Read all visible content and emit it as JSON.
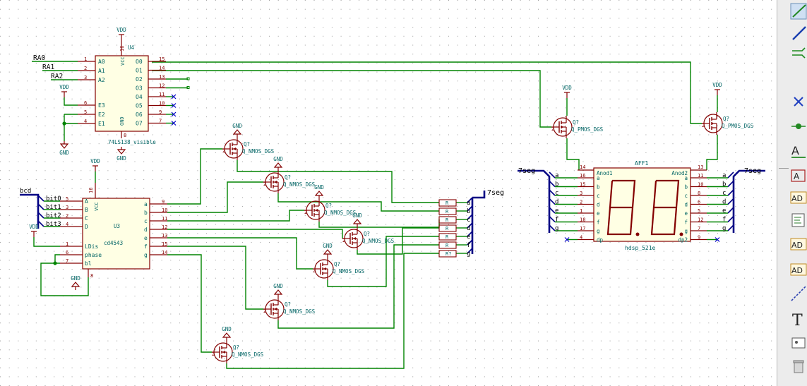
{
  "colors": {
    "wire": "#008400",
    "component": "#840000",
    "label": "#006464",
    "pin_num": "#840000",
    "bus": "#000084",
    "power": "#840000",
    "noconnect": "#0000c8"
  },
  "ic_u4": {
    "ref": "U4",
    "value": "74LS138_visible",
    "vcc": "VCC",
    "gnd": "GND",
    "pins_left": [
      "A0",
      "A1",
      "A2",
      "E3",
      "E2",
      "E1"
    ],
    "pins_left_num": [
      "1",
      "2",
      "3",
      "6",
      "5",
      "4"
    ],
    "pins_right": [
      "O0",
      "O1",
      "O2",
      "O3",
      "O4",
      "O5",
      "O6",
      "O7"
    ],
    "pins_right_num": [
      "15",
      "14",
      "13",
      "12",
      "11",
      "10",
      "9",
      "7"
    ],
    "pin_vcc": "16",
    "pin_gnd": "8"
  },
  "ic_u3": {
    "ref": "U3",
    "value": "cd4543",
    "vcc": "VCC",
    "pins_left": [
      "A",
      "B",
      "C",
      "D",
      "LDis",
      "phase",
      "bl"
    ],
    "pins_left_num": [
      "5",
      "3",
      "2",
      "4",
      "1",
      "6",
      "7"
    ],
    "pins_right": [
      "a",
      "b",
      "c",
      "d",
      "e",
      "f",
      "g"
    ],
    "pins_right_num": [
      "9",
      "10",
      "11",
      "12",
      "13",
      "15",
      "14"
    ],
    "pin_vcc": "16",
    "pin_gnd": "8"
  },
  "display": {
    "ref": "AFF1",
    "value": "hdsp_521e",
    "anode1": "Anod1",
    "anode2": "Anod2",
    "left_pins": [
      "a",
      "b",
      "c",
      "d",
      "e",
      "f",
      "g",
      "dp"
    ],
    "left_nums": [
      "16",
      "15",
      "3",
      "2",
      "1",
      "18",
      "17",
      "4"
    ],
    "right_pins": [
      "a",
      "b",
      "c",
      "d",
      "e",
      "f",
      "g",
      "dp2"
    ],
    "right_nums": [
      "11",
      "10",
      "8",
      "6",
      "5",
      "12",
      "7",
      "9"
    ],
    "pin_anode1": "14",
    "pin_anode2": "13"
  },
  "net_labels": {
    "ra0": "RA0",
    "ra1": "RA1",
    "ra2": "RA2",
    "bcd": "bcd",
    "bit0": "bit0",
    "bit1": "bit1",
    "bit2": "bit2",
    "bit3": "bit3",
    "seg_bus": "7seg"
  },
  "power": {
    "vdd": "VDD",
    "gnd": "GND"
  },
  "nmos": {
    "ref": "Q?",
    "value": "Q_NMOS_DGS"
  },
  "pmos": {
    "ref": "Q?",
    "value": "Q_PMOS_DGS"
  },
  "resistors": {
    "refs": [
      "R",
      "R",
      "R",
      "R",
      "R",
      "R",
      "R?"
    ]
  },
  "seg_letters": [
    "a",
    "b",
    "c",
    "d",
    "e",
    "f",
    "g"
  ],
  "toolbar": {
    "items": [
      {
        "name": "select-tool-icon"
      },
      {
        "name": "wire-tool-icon"
      },
      {
        "name": "bus-tool-icon"
      },
      {
        "name": "no-connect-tool-icon"
      },
      {
        "name": "junction-tool-icon"
      },
      {
        "name": "net-label-tool-icon",
        "text": "A"
      },
      {
        "name": "global-label-tool-icon",
        "text": "A"
      },
      {
        "name": "hier-label-tool-icon",
        "text": "AD"
      },
      {
        "name": "hier-sheet-tool-icon"
      },
      {
        "name": "hier-pin-tool-icon",
        "text": "AD"
      },
      {
        "name": "import-pin-tool-icon",
        "text": "AD"
      },
      {
        "name": "graphic-line-tool-icon"
      },
      {
        "name": "text-tool-icon",
        "text": "T"
      },
      {
        "name": "image-tool-icon"
      },
      {
        "name": "delete-tool-icon"
      }
    ]
  }
}
